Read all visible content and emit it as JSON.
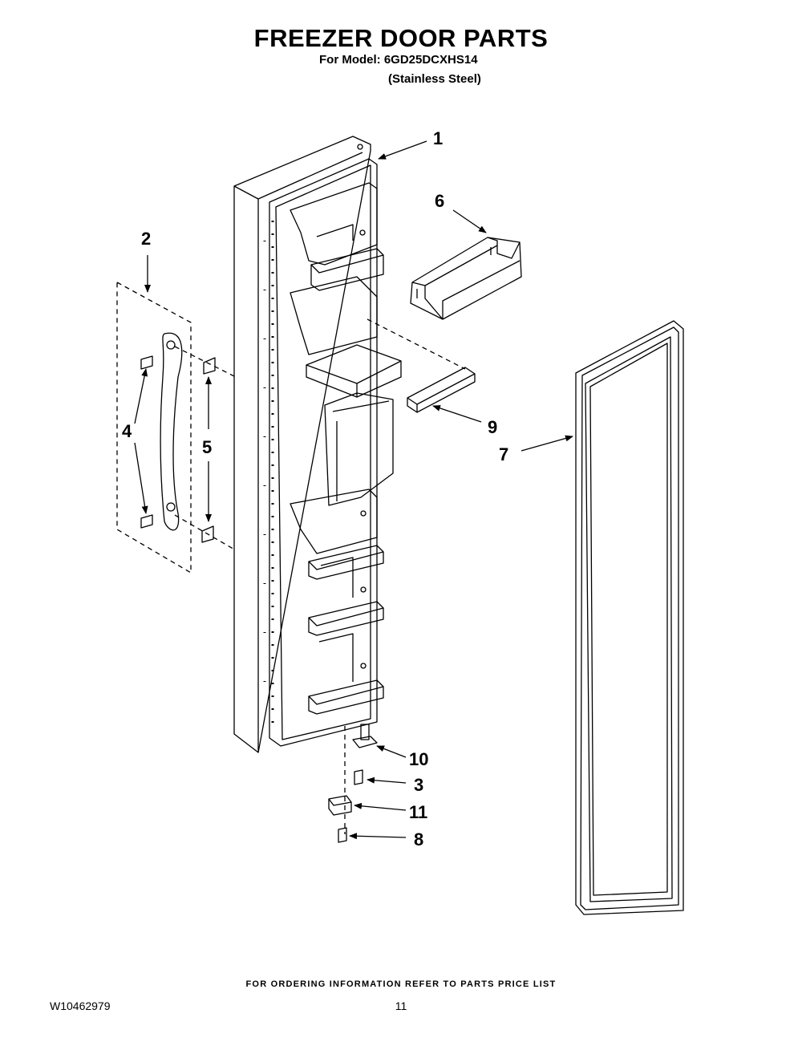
{
  "header": {
    "title": "FREEZER DOOR PARTS",
    "model_line": "For Model: 6GD25DCXHS14",
    "finish_line": "(Stainless Steel)"
  },
  "callouts": {
    "c1": "1",
    "c2": "2",
    "c3": "3",
    "c4": "4",
    "c5": "5",
    "c6": "6",
    "c7": "7",
    "c8": "8",
    "c9": "9",
    "c10": "10",
    "c11": "11"
  },
  "footer": {
    "note": "FOR ORDERING INFORMATION REFER TO PARTS PRICE LIST",
    "doc_number": "W10462979",
    "page_number": "11"
  }
}
